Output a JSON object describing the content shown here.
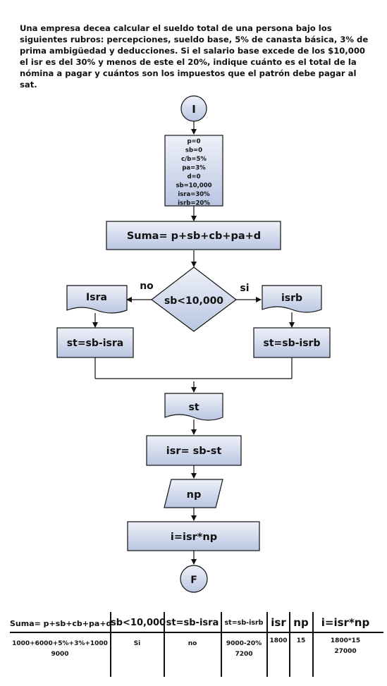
{
  "problem": "Una empresa decea calcular el sueldo total de una persona bajo los siguientes rubros: percepciones, sueldo base, 5% de canasta básica, 3% de prima ambigüedad y deducciones. Si el salario base excede de los $10,000 el isr es del 30% y menos de este el 20%, indique cuánto es el total de la nómina a pagar y cuántos son los impuestos que el patrón debe pagar al sat.",
  "flowchart": {
    "start": "I",
    "init_values": [
      "p=0",
      "sb=0",
      "c/b=5%",
      "pa=3%",
      "d=0",
      "sb=10,000",
      "isra=30%",
      "isrb=20%"
    ],
    "sum": "Suma= p+sb+cb+pa+d",
    "decision": "sb<10,000",
    "no_label": "no",
    "yes_label": "si",
    "left_doc": "Isra",
    "right_doc": "isrb",
    "left_process": "st=sb-isra",
    "right_process": "st=sb-isrb",
    "st_doc": "st",
    "isr_process": "isr= sb-st",
    "np_input": "np",
    "i_process": "i=isr*np",
    "end": "F"
  },
  "table": {
    "headers": [
      "Suma= p+sb+cb+pa+d",
      "sb<10,000",
      "st=sb-isra",
      "st=sb-isrb",
      "isr",
      "np",
      "i=isr*np"
    ],
    "values": [
      "1000+6000+5%+3%+1000\n9000",
      "Si",
      "no",
      "9000-20%\n7200",
      "1800",
      "15",
      "1800*15\n27000"
    ]
  },
  "colors": {
    "box_fill_top": "#eef1f8",
    "box_fill_bottom": "#b9c6e2",
    "stroke": "#111111"
  }
}
